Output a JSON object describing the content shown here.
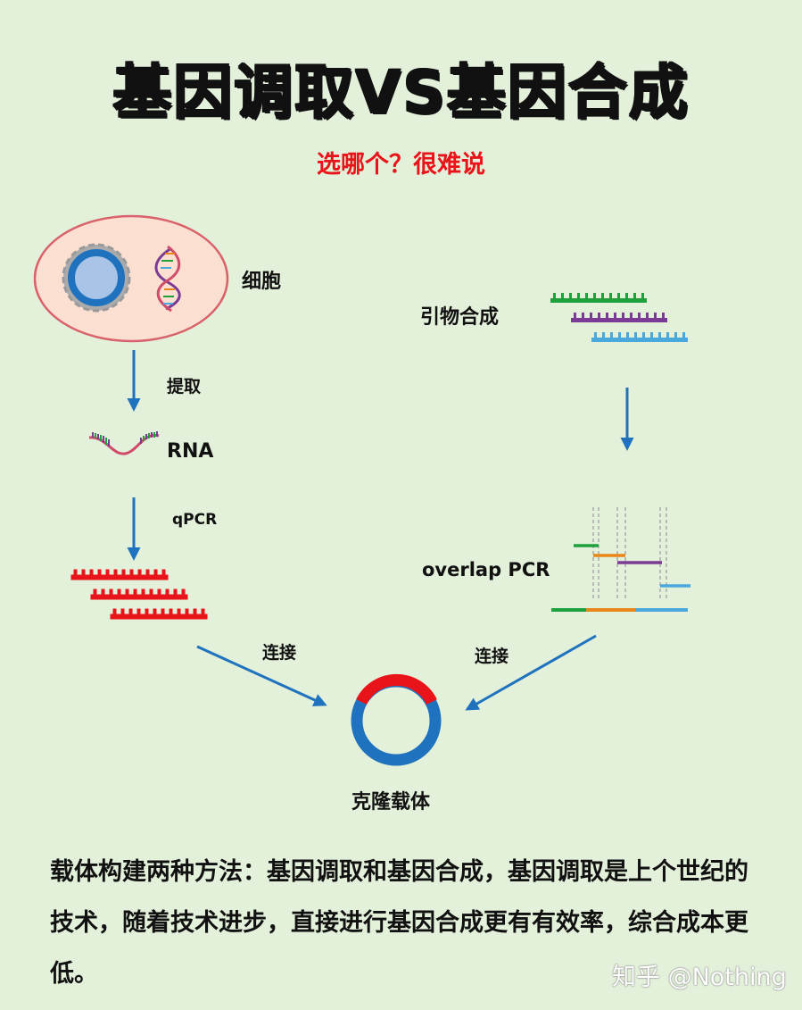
{
  "title": "基因调取VS基因合成",
  "subtitle": "选哪个？很难说",
  "left_path": {
    "cell_label": "细胞",
    "step1_label": "提取",
    "rna_label": "RNA",
    "step2_label": "qPCR"
  },
  "right_path": {
    "primer_label": "引物合成",
    "overlap_label": "overlap PCR"
  },
  "connect_left_label": "连接",
  "connect_right_label": "连接",
  "vector_label": "克隆载体",
  "description": "载体构建两种方法：基因调取和基因合成，基因调取是上个世纪的技术，随着技术进步，直接进行基因合成更有有效率，综合成本更低。",
  "watermark": "知乎 @Nothing",
  "colors": {
    "background": "#e3f0da",
    "arrow": "#1f72bd",
    "red": "#e8141a",
    "green": "#1ea03c",
    "purple": "#7b3a93",
    "light_blue": "#4aa8dc",
    "orange": "#e8861a"
  }
}
